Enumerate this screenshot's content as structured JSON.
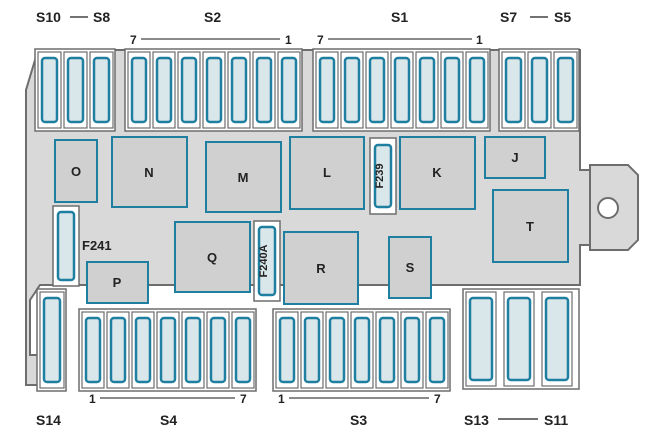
{
  "colors": {
    "board": "#d9d9d9",
    "outline": "#6d6d6d",
    "fuse_blade": "#1f7fa0",
    "fuse_body": "#ffffff",
    "relay": "#d0d0d0",
    "text": "#222222"
  },
  "labels": {
    "s10_s8_left": "S10",
    "s10_s8_right": "S8",
    "s2": "S2",
    "s1": "S1",
    "s7_s5_left": "S7",
    "s7_s5_right": "S5",
    "s2_num_left": "7",
    "s2_num_right": "1",
    "s1_num_left": "7",
    "s1_num_right": "1",
    "s4_num_left": "1",
    "s4_num_right": "7",
    "s3_num_left": "1",
    "s3_num_right": "7",
    "s14": "S14",
    "s4": "S4",
    "s3": "S3",
    "s13_s11_left": "S13",
    "s13_s11_right": "S11"
  },
  "relays": {
    "O": "O",
    "N": "N",
    "M": "M",
    "L": "L",
    "K": "K",
    "J": "J",
    "T": "T",
    "Q": "Q",
    "R": "R",
    "S": "S",
    "P": "P"
  },
  "fuses": {
    "f239": "F239",
    "f240a": "F240A",
    "f241": "F241"
  }
}
